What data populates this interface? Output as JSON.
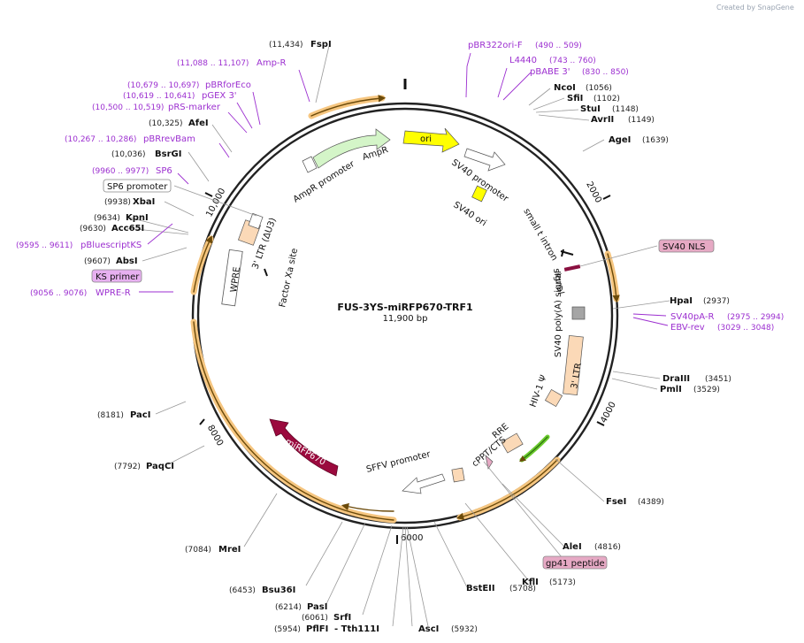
{
  "credit": "Created by SnapGene",
  "plasmid": {
    "name": "FUS-3YS-miRFP670-TRF1",
    "size": "11,900 bp"
  },
  "ticks": [
    "2000",
    "4000",
    "6000",
    "8000",
    "10,000"
  ],
  "colors": {
    "primer": "#9c2fd0",
    "ring": "#222222",
    "highlight": "#f6c680"
  },
  "sites": [
    {
      "id": "fspi",
      "name": "FspI",
      "pos": "(11,434)"
    },
    {
      "id": "afei",
      "name": "AfeI",
      "pos": "(10,325)"
    },
    {
      "id": "bsrgi",
      "name": "BsrGI",
      "pos": "(10,036)"
    },
    {
      "id": "xbai",
      "name": "XbaI",
      "pos": "(9938)"
    },
    {
      "id": "kpni",
      "name": "KpnI",
      "pos": "(9634)"
    },
    {
      "id": "acc65i",
      "name": "Acc65I",
      "pos": "(9630)"
    },
    {
      "id": "absi",
      "name": "AbsI",
      "pos": "(9607)"
    },
    {
      "id": "paci",
      "name": "PacI",
      "pos": "(8181)"
    },
    {
      "id": "paqci",
      "name": "PaqCI",
      "pos": "(7792)"
    },
    {
      "id": "mrei",
      "name": "MreI",
      "pos": "(7084)"
    },
    {
      "id": "bsu36i",
      "name": "Bsu36I",
      "pos": "(6453)"
    },
    {
      "id": "pasi",
      "name": "PasI",
      "pos": "(6214)"
    },
    {
      "id": "srfi",
      "name": "SrfI",
      "pos": "(6061)"
    },
    {
      "id": "pflfi",
      "name": "PflFI",
      "pos": "(5954)"
    },
    {
      "id": "tth111i",
      "name": "- Tth111I",
      "pos": ""
    },
    {
      "id": "asci",
      "name": "AscI",
      "pos": "(5932)"
    },
    {
      "id": "bsteii",
      "name": "BstEII",
      "pos": "(5708)"
    },
    {
      "id": "kfli",
      "name": "KflI",
      "pos": "(5173)"
    },
    {
      "id": "alei",
      "name": "AleI",
      "pos": "(4816)"
    },
    {
      "id": "fsei",
      "name": "FseI",
      "pos": "(4389)"
    },
    {
      "id": "pmli",
      "name": "PmlI",
      "pos": "(3529)"
    },
    {
      "id": "draiii",
      "name": "DraIII",
      "pos": "(3451)"
    },
    {
      "id": "hpai",
      "name": "HpaI",
      "pos": "(2937)"
    },
    {
      "id": "agei",
      "name": "AgeI",
      "pos": "(1639)"
    },
    {
      "id": "avrii",
      "name": "AvrII",
      "pos": "(1149)"
    },
    {
      "id": "stui",
      "name": "StuI",
      "pos": "(1148)"
    },
    {
      "id": "sfii",
      "name": "SfiI",
      "pos": "(1102)"
    },
    {
      "id": "ncoi",
      "name": "NcoI",
      "pos": "(1056)"
    }
  ],
  "primers": [
    {
      "id": "pbr322ori-f",
      "name": "pBR322ori-F",
      "pos": "(490 .. 509)"
    },
    {
      "id": "l4440",
      "name": "L4440",
      "pos": "(743 .. 760)"
    },
    {
      "id": "pbabe3",
      "name": "pBABE 3'",
      "pos": "(830 .. 850)"
    },
    {
      "id": "amp-r",
      "name": "Amp-R",
      "pos": "(11,088 .. 11,107)"
    },
    {
      "id": "pbrforeco",
      "name": "pBRforEco",
      "pos": "(10,679 .. 10,697)"
    },
    {
      "id": "pgex3",
      "name": "pGEX 3'",
      "pos": "(10,619 .. 10,641)"
    },
    {
      "id": "prs-marker",
      "name": "pRS-marker",
      "pos": "(10,500 .. 10,519)"
    },
    {
      "id": "pbrrevbam",
      "name": "pBRrevBam",
      "pos": "(10,267 .. 10,286)"
    },
    {
      "id": "sp6",
      "name": "SP6",
      "pos": "(9960 .. 9977)"
    },
    {
      "id": "pbluescriptks",
      "name": "pBluescriptKS",
      "pos": "(9595 .. 9611)"
    },
    {
      "id": "wpre-r",
      "name": "WPRE-R",
      "pos": "(9056 .. 9076)"
    },
    {
      "id": "sv40pa-r",
      "name": "SV40pA-R",
      "pos": "(2975 .. 2994)"
    },
    {
      "id": "ebv-rev",
      "name": "EBV-rev",
      "pos": "(3029 .. 3048)"
    }
  ],
  "boxed_labels": {
    "sp6_promoter": "SP6 promoter",
    "ks_primer": "KS primer",
    "sv40_nls": "SV40 NLS",
    "gp41_peptide": "gp41 peptide"
  },
  "features": {
    "ori": "ori",
    "ampr": "AmpR",
    "ampr_promoter": "AmpR promoter",
    "sv40_promoter": "SV40 promoter",
    "sv40_ori": "SV40 ori",
    "small_t_intron": "small t intron",
    "nls_signal": "signal",
    "sv40_polya": "SV40 poly(A) signal",
    "ltr3": "3' LTR",
    "hiv_psi": "HIV-1 Ψ",
    "rre": "RRE",
    "cppt": "cPPT/CTS",
    "sffv": "SFFV promoter",
    "mirfp670": "miRFP670",
    "wpre": "WPRE",
    "ltr3_delta": "3' LTR (ΔU3)",
    "factor_xa": "Factor Xa site"
  }
}
